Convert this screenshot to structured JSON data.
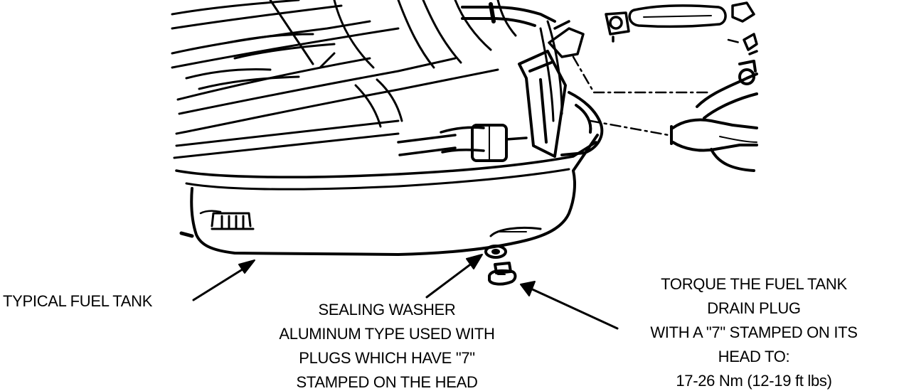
{
  "callouts": {
    "fuel_tank": "TYPICAL FUEL TANK",
    "sealing_washer": {
      "line1": "SEALING WASHER",
      "line2": "ALUMINUM TYPE USED WITH",
      "line3": "PLUGS WHICH HAVE \"7\"",
      "line4": "STAMPED ON THE HEAD"
    },
    "torque_spec": {
      "line1": "TORQUE THE FUEL TANK",
      "line2": "DRAIN PLUG",
      "line3": "WITH A \"7\" STAMPED ON ITS",
      "line4": "HEAD TO:",
      "line5": "17-26 Nm (12-19 ft lbs)"
    }
  },
  "colors": {
    "ink": "#000000",
    "paper": "#ffffff"
  },
  "icons": {
    "tank": "fuel-tank-icon",
    "filter": "fuel-filter-icon",
    "plug": "drain-plug-icon",
    "washer": "sealing-washer-icon"
  }
}
